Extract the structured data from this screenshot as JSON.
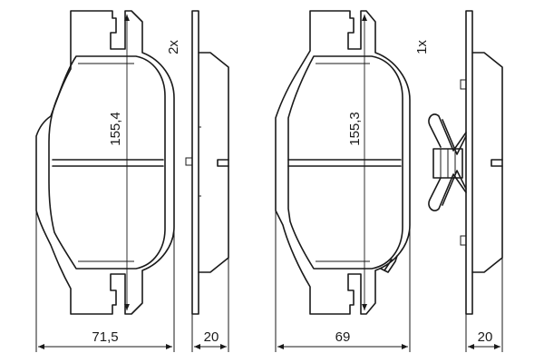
{
  "drawing": {
    "left_pad": {
      "height": "155,4",
      "width": "71,5",
      "thickness": "20",
      "quantity": "2x"
    },
    "right_pad": {
      "height": "155,3",
      "width": "69",
      "thickness": "20",
      "quantity": "1x"
    }
  }
}
